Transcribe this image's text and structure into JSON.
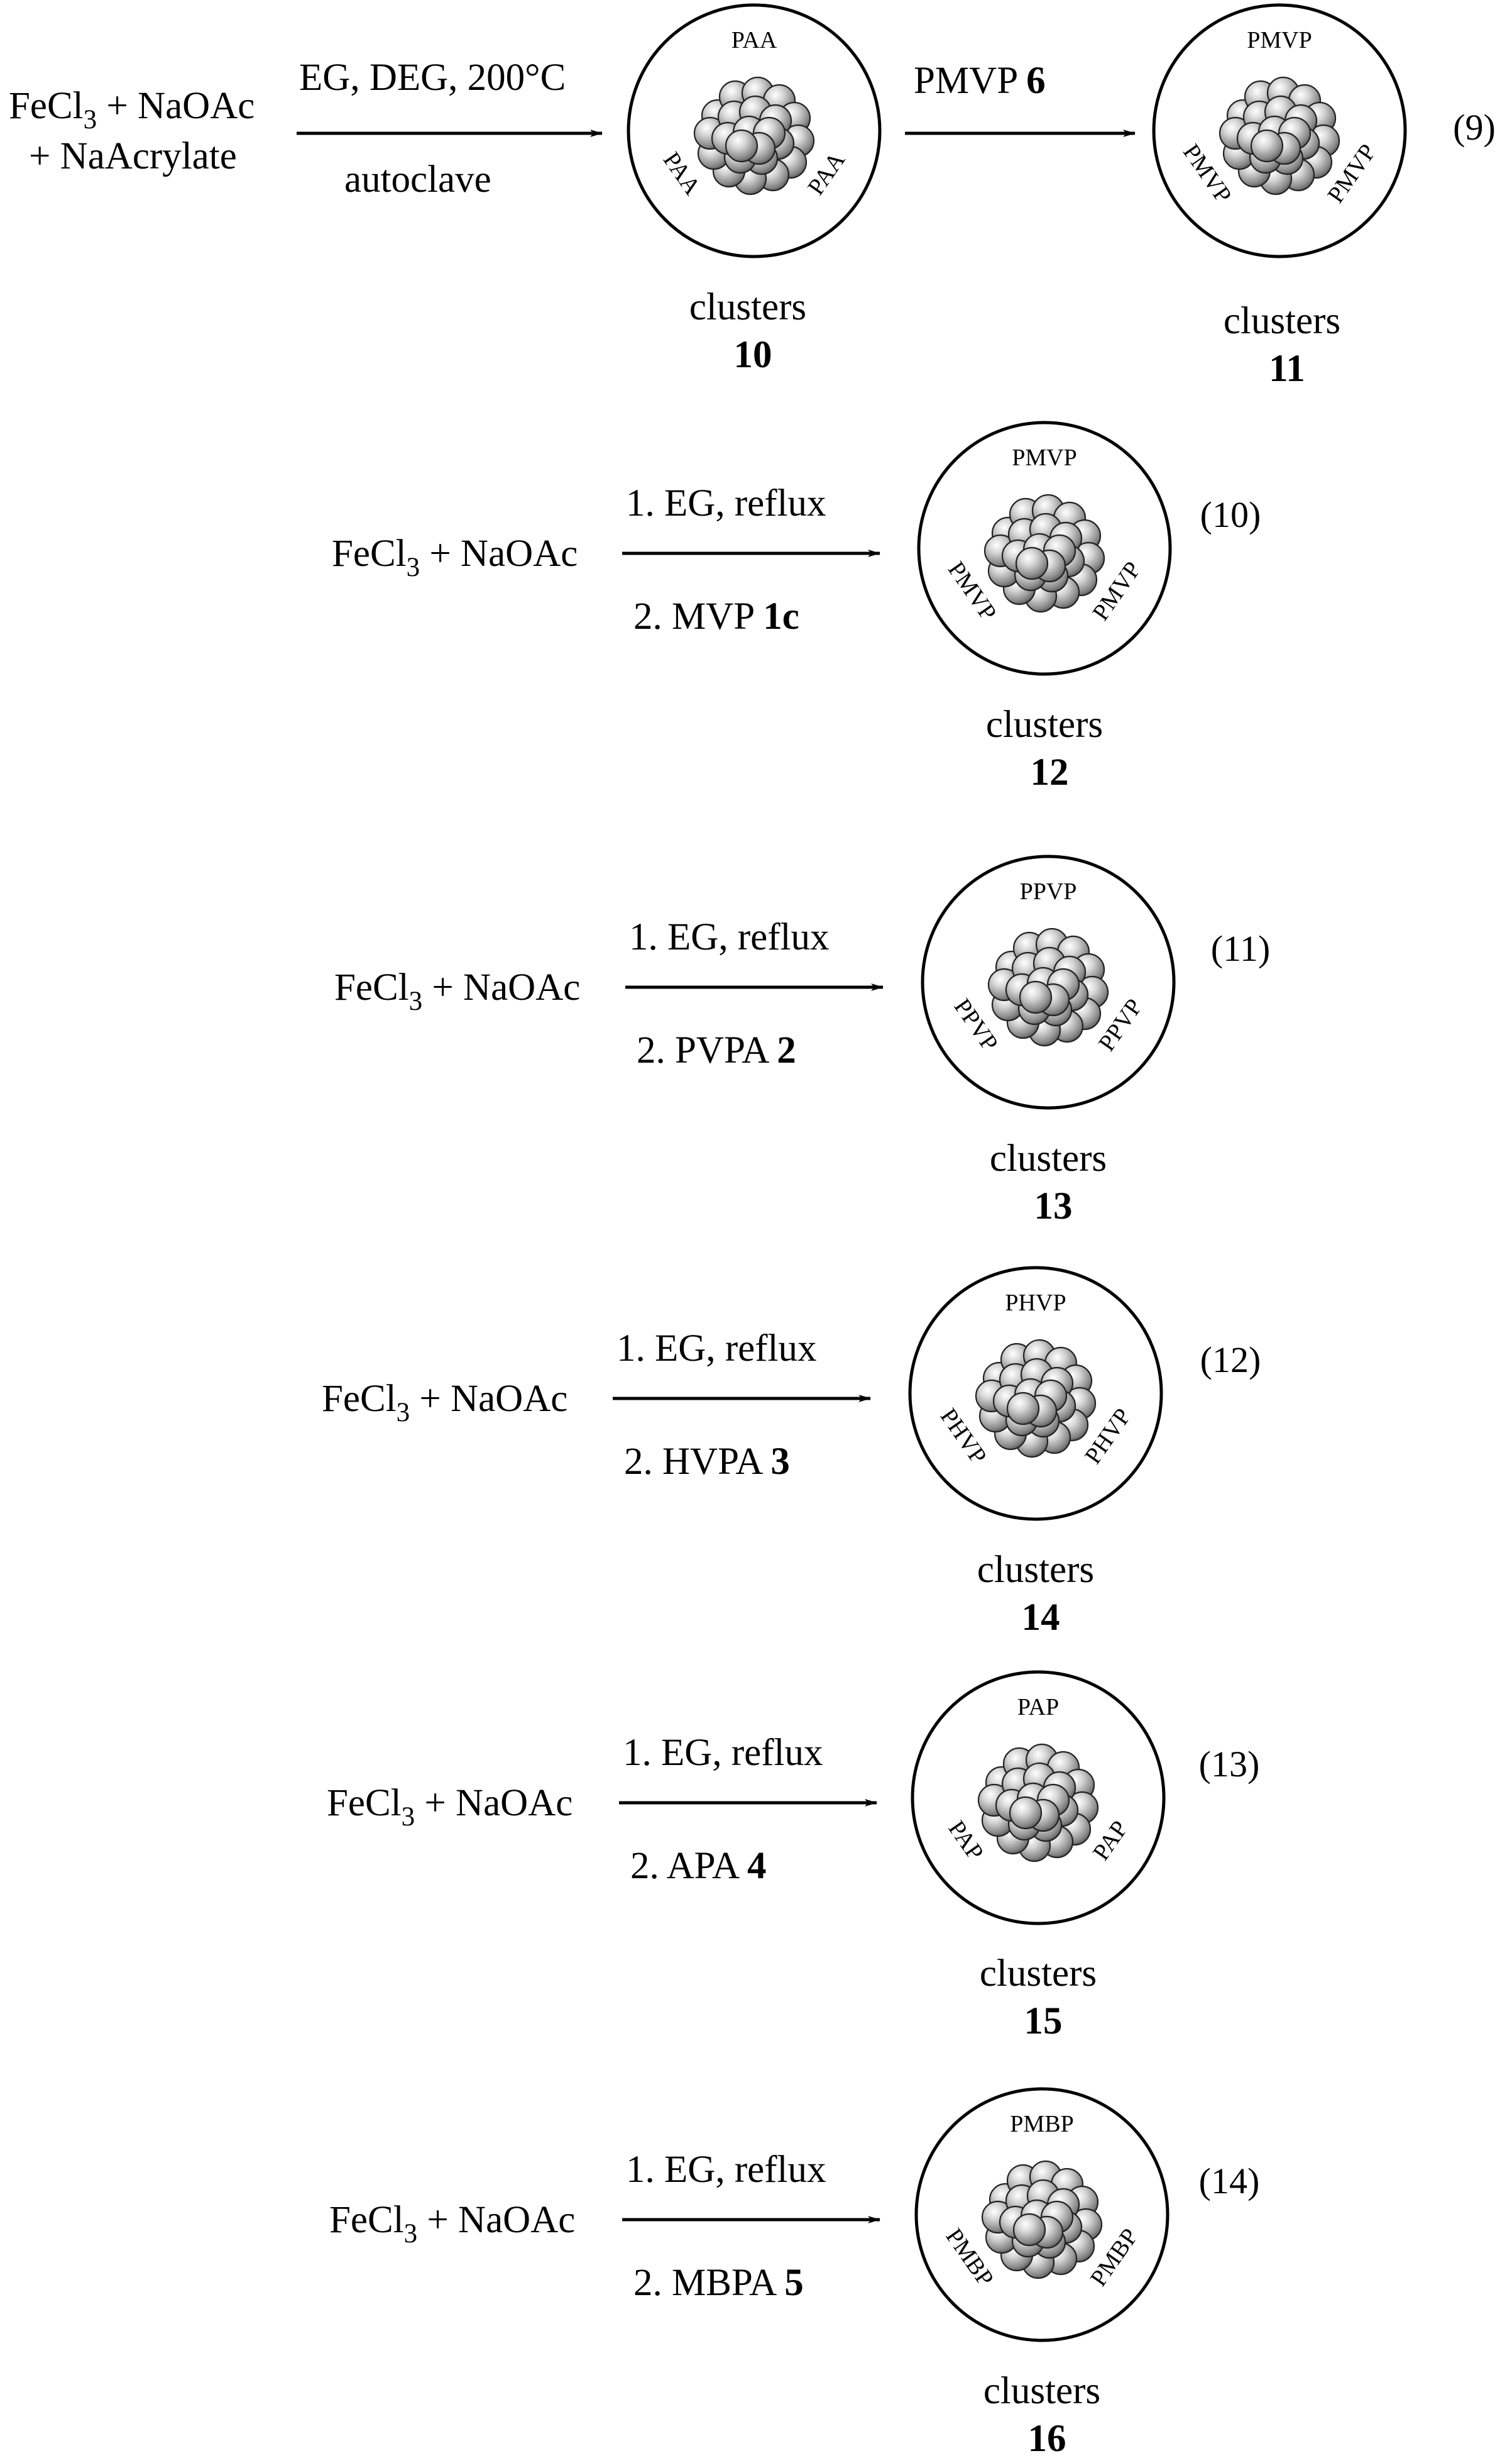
{
  "reactions": [
    {
      "equation_label": "(9)",
      "reactants": [
        {
          "parts": [
            {
              "text": "FeCl"
            },
            {
              "text": "3",
              "sub": true
            },
            {
              "text": " + NaOAc"
            }
          ]
        },
        {
          "parts": [
            {
              "text": "+ NaAcrylate"
            }
          ]
        }
      ],
      "conditions_above": [
        {
          "text": "EG, DEG, 200°C"
        }
      ],
      "conditions_below": [
        {
          "text": "autoclave"
        }
      ],
      "product": {
        "shell_label": "PAA",
        "caption": "clusters",
        "number": "10"
      },
      "second_step": {
        "conditions_above": [
          {
            "text": "PMVP "
          },
          {
            "text": "6",
            "bold": true
          }
        ],
        "product": {
          "shell_label": "PMVP",
          "caption": "clusters",
          "number": "11"
        }
      }
    },
    {
      "equation_label": "(10)",
      "reactants": [
        {
          "parts": [
            {
              "text": "FeCl"
            },
            {
              "text": "3",
              "sub": true
            },
            {
              "text": " + NaOAc"
            }
          ]
        }
      ],
      "conditions_above": [
        {
          "text": "1. EG, reflux"
        }
      ],
      "conditions_below": [
        {
          "text": "2. MVP "
        },
        {
          "text": "1c",
          "bold": true
        }
      ],
      "product": {
        "shell_label": "PMVP",
        "caption": "clusters",
        "number": "12"
      }
    },
    {
      "equation_label": "(11)",
      "reactants": [
        {
          "parts": [
            {
              "text": "FeCl"
            },
            {
              "text": "3",
              "sub": true
            },
            {
              "text": " + NaOAc"
            }
          ]
        }
      ],
      "conditions_above": [
        {
          "text": "1. EG, reflux"
        }
      ],
      "conditions_below": [
        {
          "text": "2. PVPA "
        },
        {
          "text": "2",
          "bold": true
        }
      ],
      "product": {
        "shell_label": "PPVP",
        "caption": "clusters",
        "number": "13"
      }
    },
    {
      "equation_label": "(12)",
      "reactants": [
        {
          "parts": [
            {
              "text": "FeCl"
            },
            {
              "text": "3",
              "sub": true
            },
            {
              "text": " + NaOAc"
            }
          ]
        }
      ],
      "conditions_above": [
        {
          "text": "1. EG, reflux"
        }
      ],
      "conditions_below": [
        {
          "text": "2. HVPA "
        },
        {
          "text": "3",
          "bold": true
        }
      ],
      "product": {
        "shell_label": "PHVP",
        "caption": "clusters",
        "number": "14"
      }
    },
    {
      "equation_label": "(13)",
      "reactants": [
        {
          "parts": [
            {
              "text": "FeCl"
            },
            {
              "text": "3",
              "sub": true
            },
            {
              "text": " + NaOAc"
            }
          ]
        }
      ],
      "conditions_above": [
        {
          "text": "1. EG, reflux"
        }
      ],
      "conditions_below": [
        {
          "text": "2. APA "
        },
        {
          "text": "4",
          "bold": true
        }
      ],
      "product": {
        "shell_label": "PAP",
        "caption": "clusters",
        "number": "15"
      }
    },
    {
      "equation_label": "(14)",
      "reactants": [
        {
          "parts": [
            {
              "text": "FeCl"
            },
            {
              "text": "3",
              "sub": true
            },
            {
              "text": " + NaOAc"
            }
          ]
        }
      ],
      "conditions_above": [
        {
          "text": "1. EG, reflux"
        }
      ],
      "conditions_below": [
        {
          "text": "2. MBPA "
        },
        {
          "text": "5",
          "bold": true
        }
      ],
      "product": {
        "shell_label": "PMBP",
        "caption": "clusters",
        "number": "16"
      }
    }
  ]
}
